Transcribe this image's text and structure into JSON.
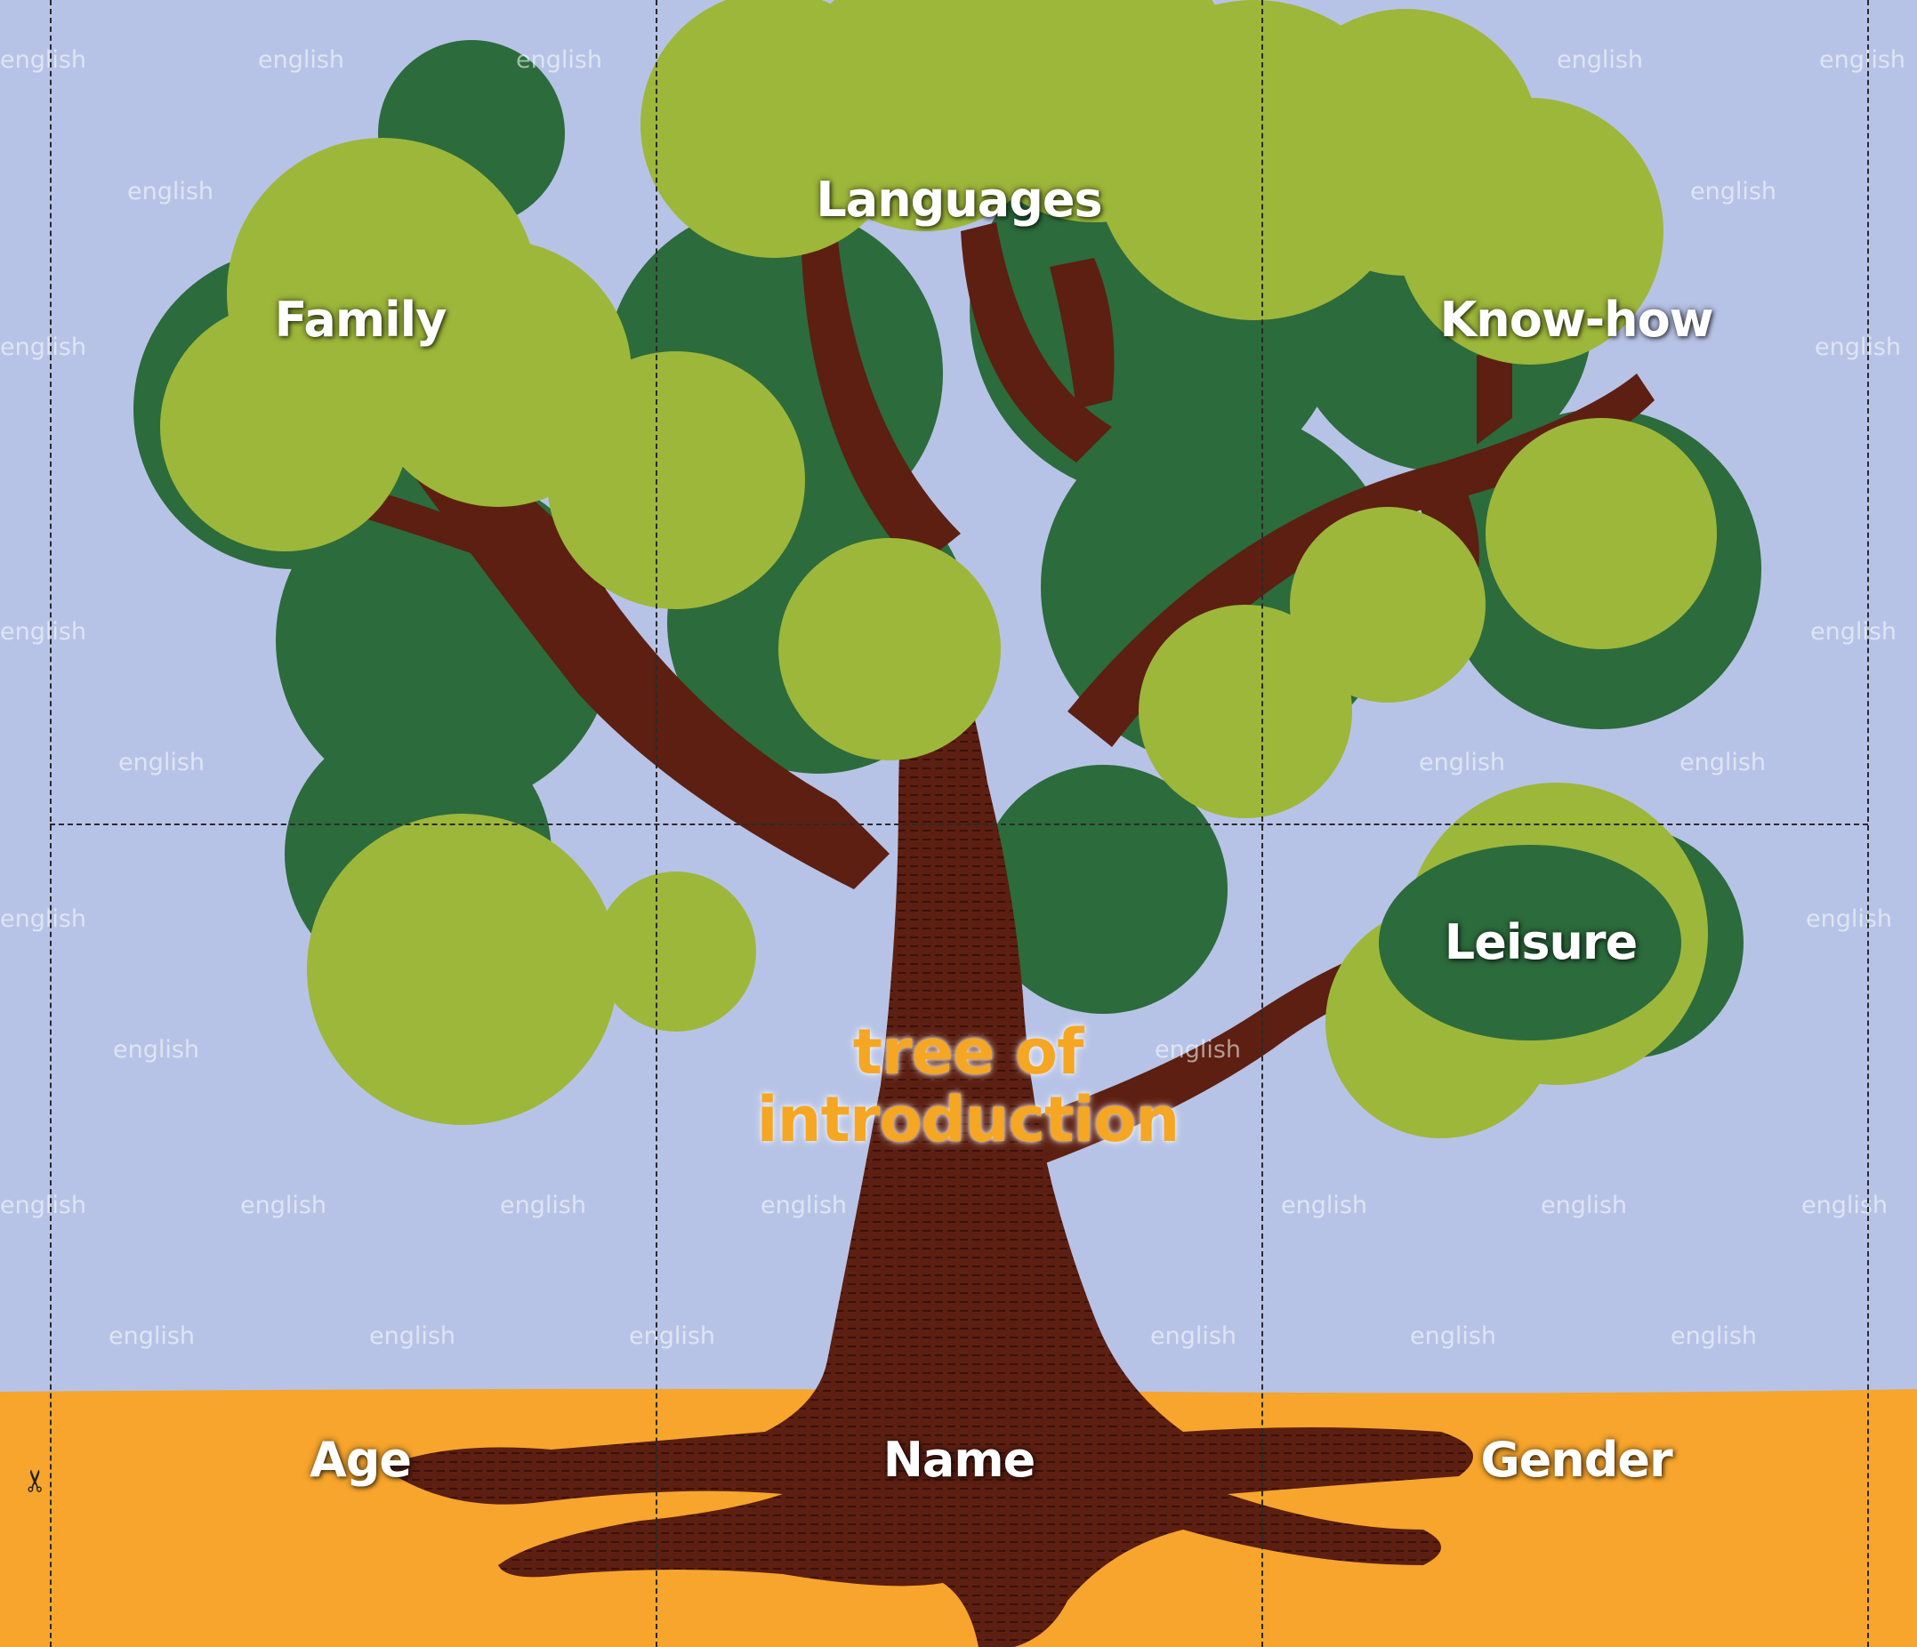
{
  "title": {
    "line1": "tree of",
    "line2": "introduction"
  },
  "labels": {
    "family": "Family",
    "languages": "Languages",
    "know_how": "Know-how",
    "leisure": "Leisure",
    "age": "Age",
    "name": "Name",
    "gender": "Gender"
  },
  "watermark": "english",
  "icons": {
    "scissors": "✂"
  },
  "colors": {
    "sky": "#b7c3e6",
    "ground": "#f7a52c",
    "trunk": "#5c1f12",
    "leaf_light": "#9db73a",
    "leaf_dark": "#2c6b3c",
    "title_orange": "#f5a623",
    "label_white": "#ffffff"
  }
}
